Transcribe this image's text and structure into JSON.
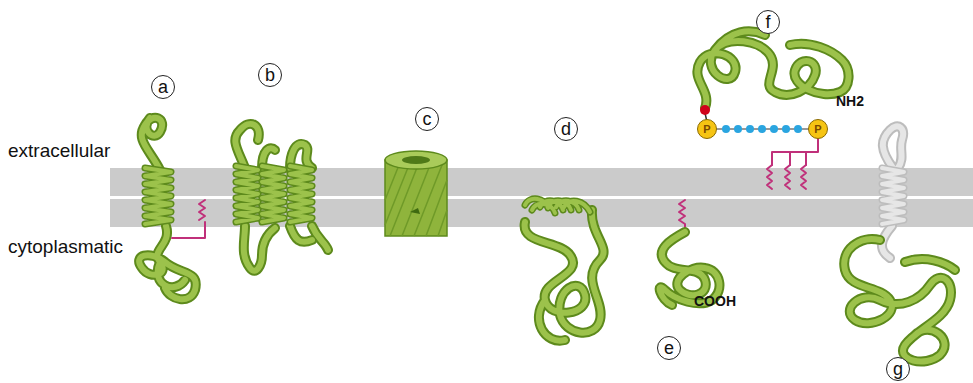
{
  "diagram": {
    "nodes": [
      {
        "text": [
          "a"
        ]
      },
      {
        "text": [
          "b"
        ]
      },
      {
        "text": [
          "c"
        ]
      },
      {
        "text": [
          "d"
        ]
      },
      {
        "text": [
          "e"
        ]
      },
      {
        "text": [
          "f"
        ]
      },
      {
        "text": [
          "g"
        ]
      },
      {
        "text": [
          "P"
        ]
      },
      {
        "text": [
          "P"
        ]
      }
    ],
    "labels": [
      "extracellular",
      "cytoplasmatic",
      "NH2",
      "COOH"
    ]
  }
}
